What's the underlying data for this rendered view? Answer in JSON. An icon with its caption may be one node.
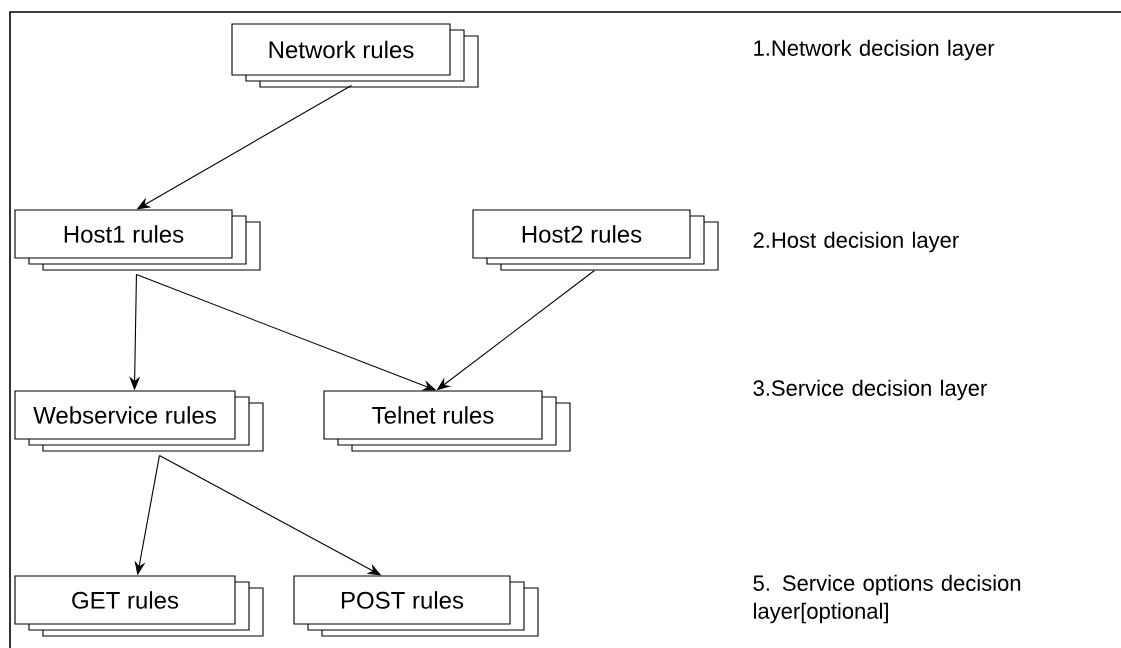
{
  "diagram": {
    "nodes": [
      {
        "text": [
          "Network rules"
        ]
      },
      {
        "text": [
          "Host1 rules"
        ]
      },
      {
        "text": [
          "Host2 rules"
        ]
      },
      {
        "text": [
          "Webservice rules"
        ]
      },
      {
        "text": [
          "Telnet rules"
        ]
      },
      {
        "text": [
          "GET rules"
        ]
      },
      {
        "text": [
          "POST rules"
        ]
      }
    ],
    "edges": [
      {
        "from": 0,
        "to": 1,
        "arrow": "to"
      },
      {
        "from": 1,
        "to": 3,
        "arrow": "to"
      },
      {
        "from": 1,
        "to": 4,
        "arrow": "to"
      },
      {
        "from": 2,
        "to": 4,
        "arrow": "to"
      },
      {
        "from": 3,
        "to": 5,
        "arrow": "to"
      },
      {
        "from": 3,
        "to": 6,
        "arrow": "to"
      }
    ],
    "labels": [
      "1.Network decision layer",
      "2.Host decision layer",
      "3.Service decision layer",
      "5. Service options decision layer[optional]"
    ]
  }
}
